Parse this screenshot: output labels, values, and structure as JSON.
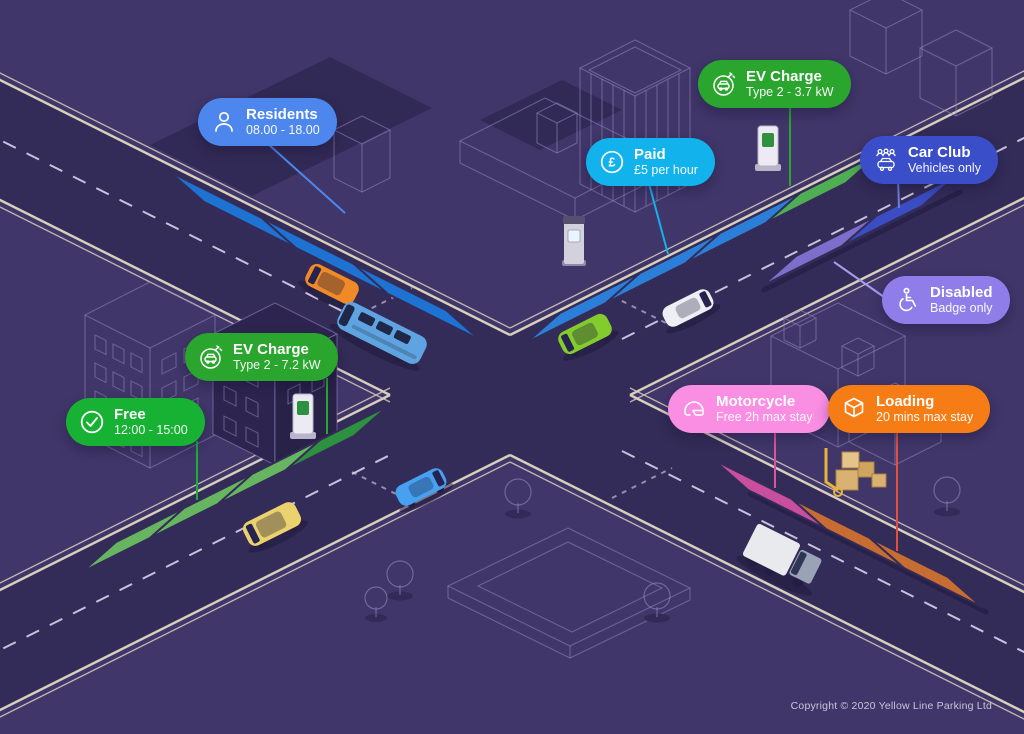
{
  "meta": {
    "copyright": "Copyright © 2020 Yellow Line Parking Ltd"
  },
  "palette": {
    "background": "#403669",
    "road": "#342c58",
    "curb": "#d8cfbd",
    "dash": "#c7c2da",
    "building_line": "#9287c0",
    "shadow": "#322a56"
  },
  "badges": [
    {
      "id": "residents",
      "title": "Residents",
      "subtitle": "08.00 - 18.00",
      "color": "#4d87ee",
      "bay_color": "#1d72d2",
      "line_color": "#4d87ee",
      "icon": "person-icon"
    },
    {
      "id": "ev-charge-37",
      "title": "EV Charge",
      "subtitle": "Type 2 - 3.7 kW",
      "color": "#2aa52d",
      "bay_color": "#4fae53",
      "line_color": "#2aa52d",
      "icon": "ev-charge-icon"
    },
    {
      "id": "paid",
      "title": "Paid",
      "subtitle": "£5 per hour",
      "color": "#12b2ec",
      "bay_color": "#2b7fd9",
      "line_color": "#12b2ec",
      "icon": "pound-icon",
      "glyph": "£"
    },
    {
      "id": "car-club",
      "title": "Car Club",
      "subtitle": "Vehicles only",
      "color": "#3b4ec9",
      "bay_color": "#3a4dc2",
      "line_color": "#6f7fdb",
      "icon": "car-club-icon"
    },
    {
      "id": "disabled",
      "title": "Disabled",
      "subtitle": "Badge only",
      "color": "#8f7ee9",
      "bay_color": "#7e6ecb",
      "line_color": "#a79ded",
      "icon": "wheelchair-icon"
    },
    {
      "id": "ev-charge-72",
      "title": "EV Charge",
      "subtitle": "Type 2 - 7.2 kW",
      "color": "#2aa52d",
      "bay_color": "#2d9140",
      "line_color": "#2aa52d",
      "icon": "ev-charge-icon"
    },
    {
      "id": "free",
      "title": "Free",
      "subtitle": "12:00 - 15:00",
      "color": "#17b234",
      "bay_color": "#67b561",
      "line_color": "#17b234",
      "icon": "check-icon"
    },
    {
      "id": "motorcycle",
      "title": "Motorcycle",
      "subtitle": "Free 2h max stay",
      "color": "#f98ee3",
      "bay_color": "#c74f9e",
      "line_color": "#e0519e",
      "icon": "helmet-icon"
    },
    {
      "id": "loading",
      "title": "Loading",
      "subtitle": "20 mins max stay",
      "color": "#f67d15",
      "bay_color": "#c76d31",
      "line_color": "#e2503c",
      "icon": "box-icon"
    }
  ],
  "vehicles": [
    {
      "name": "orange-car",
      "color": "#f08a28"
    },
    {
      "name": "bus",
      "color": "#5fa3e0"
    },
    {
      "name": "green-car",
      "color": "#84cc2e"
    },
    {
      "name": "white-car",
      "color": "#edeff4"
    },
    {
      "name": "blue-car",
      "color": "#47a0f0"
    },
    {
      "name": "yellow-car",
      "color": "#ecd26e"
    },
    {
      "name": "truck",
      "color": "#e9eaee"
    }
  ]
}
